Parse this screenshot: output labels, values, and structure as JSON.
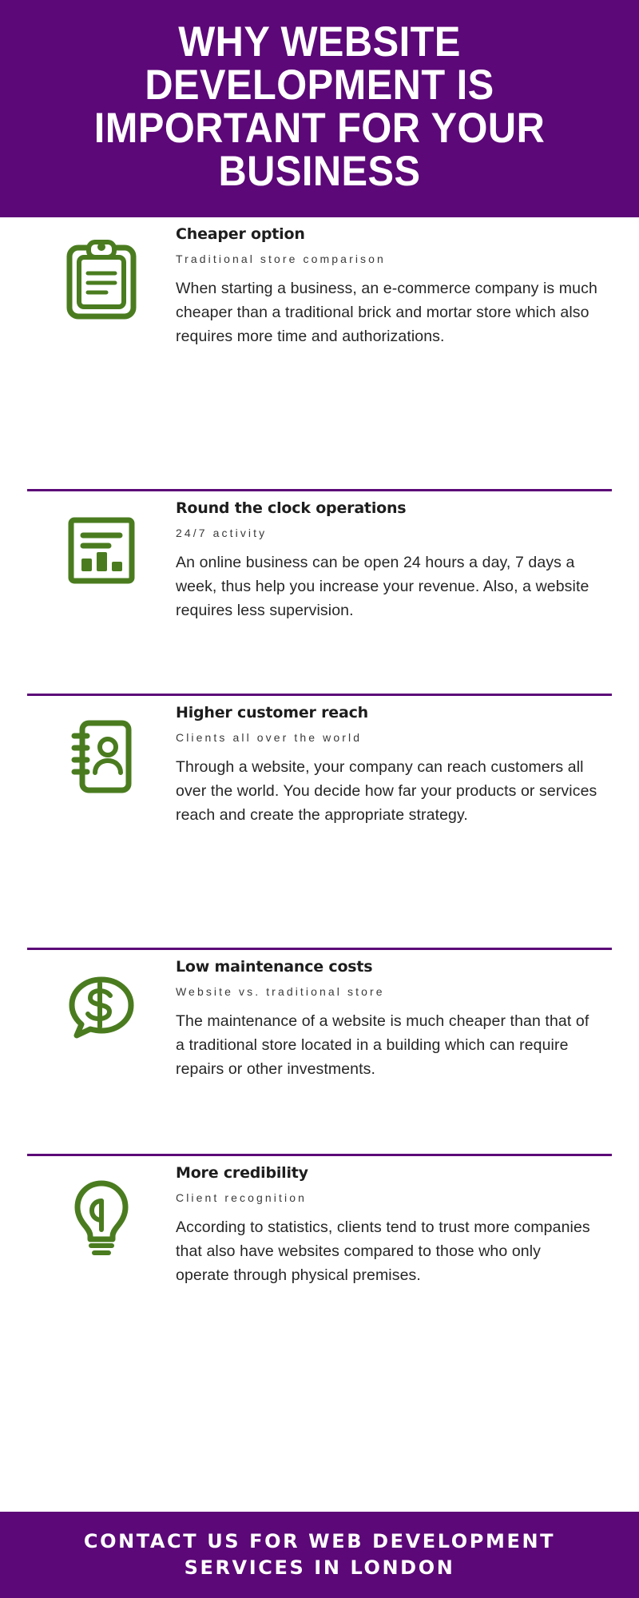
{
  "header": {
    "title": "WHY WEBSITE DEVELOPMENT IS IMPORTANT FOR YOUR BUSINESS",
    "background_color": "#5C0878",
    "text_color": "#FFFFFF"
  },
  "theme": {
    "purple": "#5C0878",
    "green": "#4A7C1F",
    "text_dark": "#1D1D1D",
    "background": "#FFFFFF"
  },
  "cards": [
    {
      "icon": "clipboard-icon",
      "title": "Cheaper option",
      "subtitle": "Traditional store comparison",
      "body": "When starting a business, an e-commerce company is much cheaper than a traditional brick and mortar store which also requires more time and authorizations."
    },
    {
      "icon": "bar-chart-icon",
      "title": "Round the clock operations",
      "subtitle": "24/7 activity",
      "body": "An online business can be open 24 hours a day, 7 days a week, thus help you increase your revenue. Also, a website requires less supervision."
    },
    {
      "icon": "address-book-icon",
      "title": "Higher customer reach",
      "subtitle": "Clients all over the world",
      "body": "Through a website, your company can reach customers all over the world. You decide how far your products or services reach and create the appropriate strategy."
    },
    {
      "icon": "dollar-speech-bubble-icon",
      "title": "Low maintenance costs",
      "subtitle": "Website vs. traditional store",
      "body": "The maintenance of a website is much cheaper than that of a traditional store located in a building which can require repairs or other investments."
    },
    {
      "icon": "lightbulb-icon",
      "title": "More credibility",
      "subtitle": "Client recognition",
      "body": "According to statistics, clients tend to trust more companies that also have websites compared to those who only operate through physical premises."
    }
  ],
  "footer": {
    "cta": "CONTACT US FOR WEB DEVELOPMENT SERVICES IN LONDON",
    "background_color": "#5C0878",
    "text_color": "#FFFFFF"
  }
}
